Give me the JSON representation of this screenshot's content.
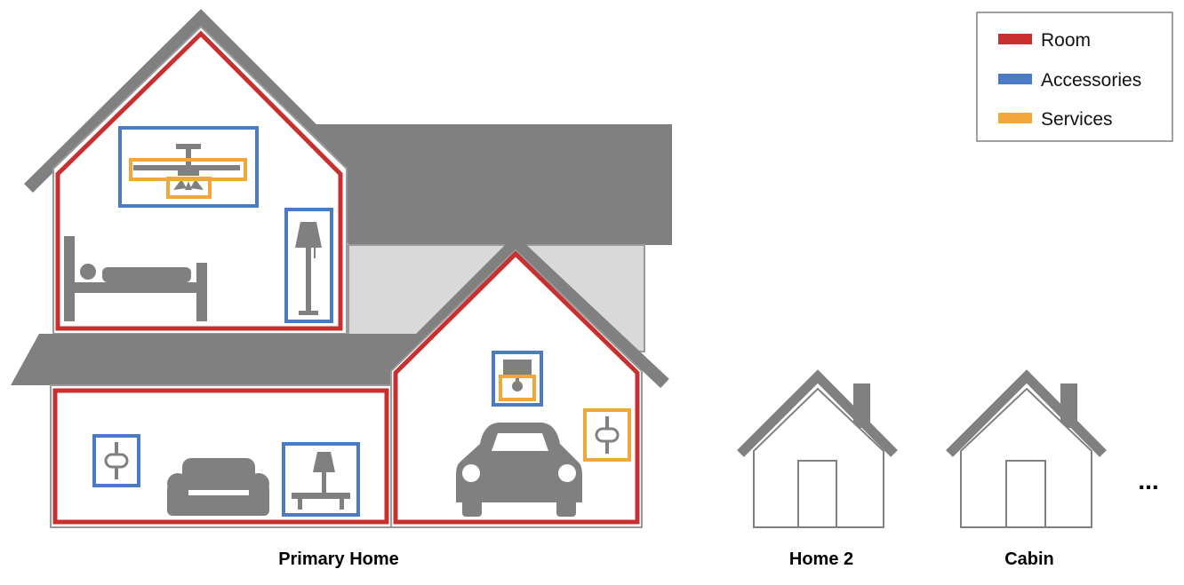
{
  "legend": {
    "items": [
      {
        "label": "Room",
        "color": "#c8302f"
      },
      {
        "label": "Accessories",
        "color": "#4a7bc4"
      },
      {
        "label": "Services",
        "color": "#f2a73b"
      }
    ]
  },
  "homes": {
    "primary": {
      "label": "Primary Home"
    },
    "home2": {
      "label": "Home 2"
    },
    "cabin": {
      "label": "Cabin"
    },
    "more": "..."
  },
  "colors": {
    "structure": "#808080",
    "side_wall": "#d9d9d9",
    "room": "#c8302f",
    "accessory": "#4a7bc4",
    "service": "#f2a73b"
  },
  "icons": [
    "ceiling-fan-icon",
    "floor-lamp-icon",
    "bed-icon",
    "switch-icon",
    "sofa-icon",
    "table-lamp-icon",
    "garage-door-opener-icon",
    "car-icon",
    "house-outline-icon"
  ]
}
